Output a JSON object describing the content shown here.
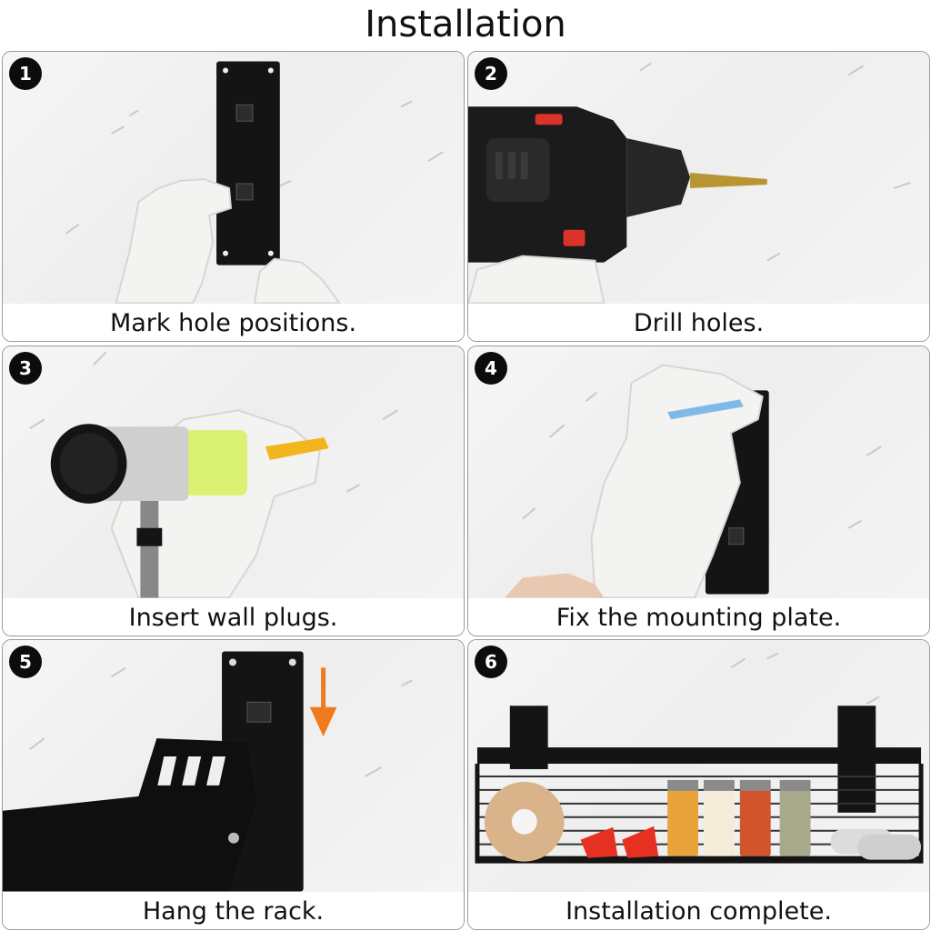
{
  "title": "Installation",
  "steps": [
    {
      "number": "1",
      "caption": "Mark hole positions."
    },
    {
      "number": "2",
      "caption": "Drill holes."
    },
    {
      "number": "3",
      "caption": "Insert wall plugs."
    },
    {
      "number": "4",
      "caption": "Fix the mounting plate."
    },
    {
      "number": "5",
      "caption": "Hang the rack."
    },
    {
      "number": "6",
      "caption": "Installation complete."
    }
  ],
  "colors": {
    "badge": "#0c0c0c",
    "metal": "#111111",
    "glove": "#f3f3f1",
    "arrow": "#f07a1e",
    "drill_accent": "#d9332a",
    "mallet_head": "#d8f06a"
  }
}
